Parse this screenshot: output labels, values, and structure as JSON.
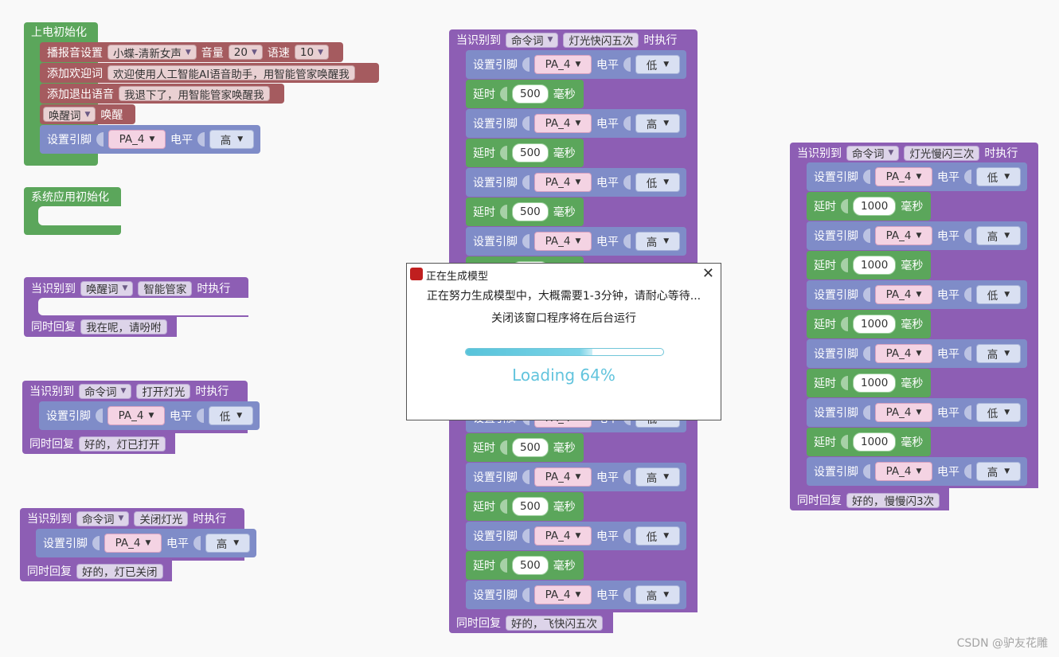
{
  "power_on": {
    "hat": "上电初始化",
    "broadcast": {
      "label": "播报音设置",
      "voice": "小蝶-清新女声",
      "vol_label": "音量",
      "vol": "20",
      "speed_label": "语速",
      "speed": "10"
    },
    "welcome": {
      "label": "添加欢迎词",
      "text": "欢迎使用人工智能AI语音助手，用智能管家唤醒我"
    },
    "exit": {
      "label": "添加退出语音",
      "text": "我退下了，用智能管家唤醒我"
    },
    "wake": {
      "chip": "唤醒词",
      "label": "唤醒"
    },
    "set_pin": {
      "label": "设置引脚",
      "pin": "PA_4",
      "level_label": "电平",
      "level": "高"
    }
  },
  "sys_init": {
    "hat": "系统应用初始化"
  },
  "wake_block": {
    "prefix": "当识别到",
    "type": "唤醒词",
    "word": "智能管家",
    "suffix": "时执行",
    "reply_label": "同时回复",
    "reply": "我在呢，请吩咐"
  },
  "open_light": {
    "prefix": "当识别到",
    "type": "命令词",
    "word": "打开灯光",
    "suffix": "时执行",
    "pin_label": "设置引脚",
    "pin": "PA_4",
    "level_label": "电平",
    "level": "低",
    "reply_label": "同时回复",
    "reply": "好的，灯已打开"
  },
  "close_light": {
    "prefix": "当识别到",
    "type": "命令词",
    "word": "关闭灯光",
    "suffix": "时执行",
    "pin_label": "设置引脚",
    "pin": "PA_4",
    "level_label": "电平",
    "level": "高",
    "reply_label": "同时回复",
    "reply": "好的，灯已关闭"
  },
  "fast_flash": {
    "prefix": "当识别到",
    "type": "命令词",
    "word": "灯光快闪五次",
    "suffix": "时执行",
    "pin_label": "设置引脚",
    "pin": "PA_4",
    "level_label": "电平",
    "delay_label": "延时",
    "delay": "500",
    "unit": "毫秒",
    "levels_top": [
      "低",
      "高",
      "低",
      "高"
    ],
    "levels_bottom": [
      "高",
      "低",
      "高"
    ],
    "reply_label": "同时回复",
    "reply": "好的，飞快闪五次"
  },
  "slow_flash": {
    "prefix": "当识别到",
    "type": "命令词",
    "word": "灯光慢闪三次",
    "suffix": "时执行",
    "pin_label": "设置引脚",
    "pin": "PA_4",
    "level_label": "电平",
    "delay_label": "延时",
    "delay": "1000",
    "unit": "毫秒",
    "levels": [
      "低",
      "高",
      "低",
      "高",
      "低",
      "高"
    ],
    "reply_label": "同时回复",
    "reply": "好的，慢慢闪3次"
  },
  "dialog": {
    "title": "正在生成模型",
    "close": "✕",
    "msg1": "正在努力生成模型中，大概需要1-3分钟，请耐心等待...",
    "msg2": "关闭该窗口程序将在后台运行",
    "progress": 0.64,
    "loading": "Loading 64%"
  },
  "watermark": "CSDN @驴友花雕",
  "colors": {
    "event": "#8d5eb4",
    "pin": "#7f8cc8",
    "delay": "#5ba65b",
    "voice": "#a55b5f",
    "init": "#5ba65b",
    "progress": "#57c3da"
  }
}
